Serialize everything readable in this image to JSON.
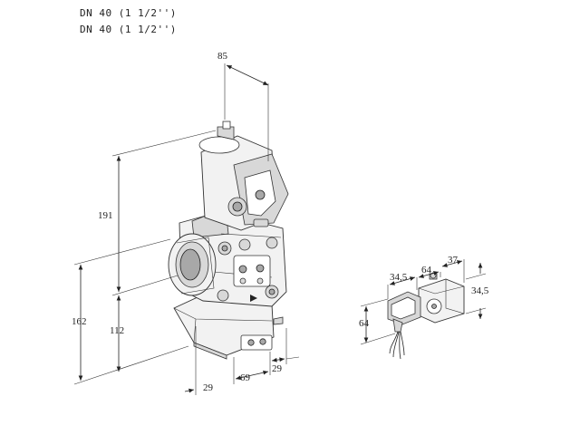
{
  "header": {
    "line1": "DN 40 (1 1/2'')",
    "line2": "DN 40 (1 1/2'')"
  },
  "dimensions": {
    "width_top": "85",
    "height_upper": "191",
    "height_total": "162",
    "height_lower": "112",
    "bottom_left": "29",
    "bottom_mid": "69",
    "bottom_right": "29",
    "connector_w1": "34,5",
    "connector_w2": "64",
    "connector_w3": "37",
    "connector_h_right": "34,5",
    "connector_h_left": "64"
  }
}
